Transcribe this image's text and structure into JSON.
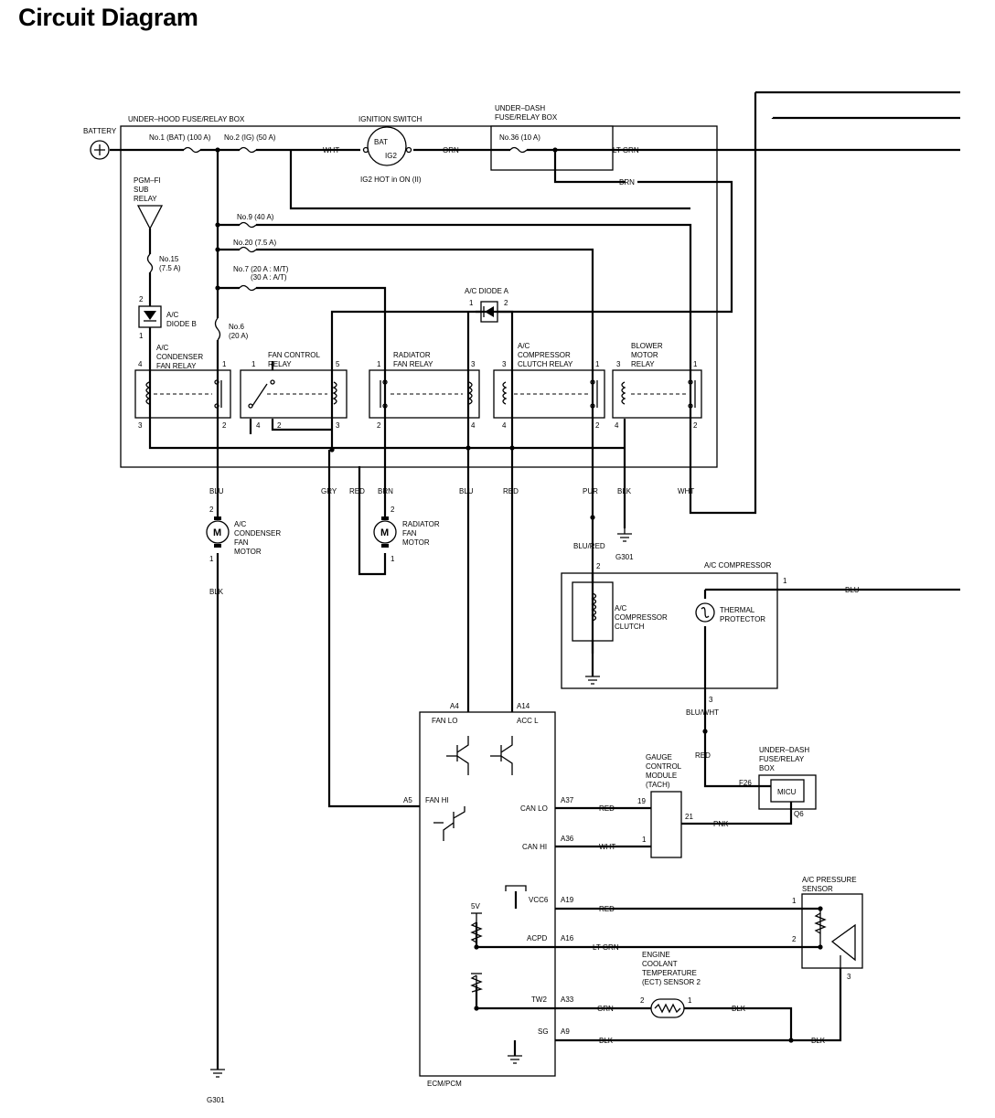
{
  "title": "Circuit Diagram",
  "blocks": {
    "underhood": "UNDER–HOOD FUSE/RELAY BOX",
    "underdash1_l1": "UNDER–DASH",
    "underdash1_l2": "FUSE/RELAY BOX",
    "ignition": "IGNITION SWITCH",
    "ign_bat": "BAT",
    "ign_ig2": "IG2",
    "ign_note": "IG2 HOT in ON (II)",
    "battery": "BATTERY",
    "pgm_l1": "PGM–FI",
    "pgm_l2": "SUB",
    "pgm_l3": "RELAY",
    "diodeb_l1": "A/C",
    "diodeb_l2": "DIODE B",
    "diodea": "A/C DIODE A",
    "acrelay_l1": "A/C",
    "acrelay_l2": "CONDENSER",
    "acrelay_l3": "FAN RELAY",
    "fancontrol_l1": "FAN CONTROL",
    "fancontrol_l2": "RELAY",
    "radrelay_l1": "RADIATOR",
    "radrelay_l2": "FAN RELAY",
    "comprelay_l1": "A/C",
    "comprelay_l2": "COMPRESSOR",
    "comprelay_l3": "CLUTCH RELAY",
    "blower_l1": "BLOWER",
    "blower_l2": "MOTOR",
    "blower_l3": "RELAY",
    "acmotor_l1": "A/C",
    "acmotor_l2": "CONDENSER",
    "acmotor_l3": "FAN",
    "acmotor_l4": "MOTOR",
    "radmotor_l1": "RADIATOR",
    "radmotor_l2": "FAN",
    "radmotor_l3": "MOTOR",
    "motor_symbol": "M",
    "compressor": "A/C COMPRESSOR",
    "clutch_l1": "A/C",
    "clutch_l2": "COMPRESSOR",
    "clutch_l3": "CLUTCH",
    "thermal_l1": "THERMAL",
    "thermal_l2": "PROTECTOR",
    "gauge_l1": "GAUGE",
    "gauge_l2": "CONTROL",
    "gauge_l3": "MODULE",
    "gauge_l4": "(TACH)",
    "underdash2_l1": "UNDER–DASH",
    "underdash2_l2": "FUSE/RELAY",
    "underdash2_l3": "BOX",
    "micu": "MICU",
    "pressure_l1": "A/C PRESSURE",
    "pressure_l2": "SENSOR",
    "ect_l1": "ENGINE",
    "ect_l2": "COOLANT",
    "ect_l3": "TEMPERATURE",
    "ect_l4": "(ECT) SENSOR 2",
    "ecm": "ECM/PCM",
    "five_v": "5V"
  },
  "fuses": {
    "no1": "No.1 (BAT) (100 A)",
    "no2": "No.2 (IG) (50 A)",
    "no36": "No.36 (10 A)",
    "no15_l1": "No.15",
    "no15_l2": "(7.5 A)",
    "no9": "No.9 (40 A)",
    "no20": "No.20 (7.5 A)",
    "no7_l1": "No.7  (20 A : M/T)",
    "no7_l2": "(30 A : A/T)",
    "no6_l1": "No.6",
    "no6_l2": "(20 A)"
  },
  "wires": {
    "wht": "WHT",
    "orn": "ORN",
    "ltgrn": "LT GRN",
    "brn": "BRN",
    "blu": "BLU",
    "gry": "GRY",
    "red": "RED",
    "pur": "PUR",
    "blk": "BLK",
    "blured": "BLU/RED",
    "bluwht": "BLU/WHT",
    "pnk": "PNK",
    "grn": "GRN"
  },
  "grounds": {
    "g301": "G301"
  },
  "ecm_pins": {
    "a4": "A4",
    "a14": "A14",
    "a5": "A5",
    "a37": "A37",
    "a36": "A36",
    "a19": "A19",
    "a16": "A16",
    "a33": "A33",
    "a9": "A9",
    "fanlo": "FAN LO",
    "accl": "ACC L",
    "fanhi": "FAN HI",
    "canlo": "CAN LO",
    "canhi": "CAN HI",
    "vcc6": "VCC6",
    "acpd": "ACPD",
    "tw2": "TW2",
    "sg": "SG"
  },
  "other_pins": {
    "f26": "F26",
    "q6": "Q6"
  },
  "pin_numbers": {
    "p1": "1",
    "p2": "2",
    "p3": "3",
    "p4": "4",
    "p5": "5",
    "p19": "19",
    "p21": "21"
  }
}
